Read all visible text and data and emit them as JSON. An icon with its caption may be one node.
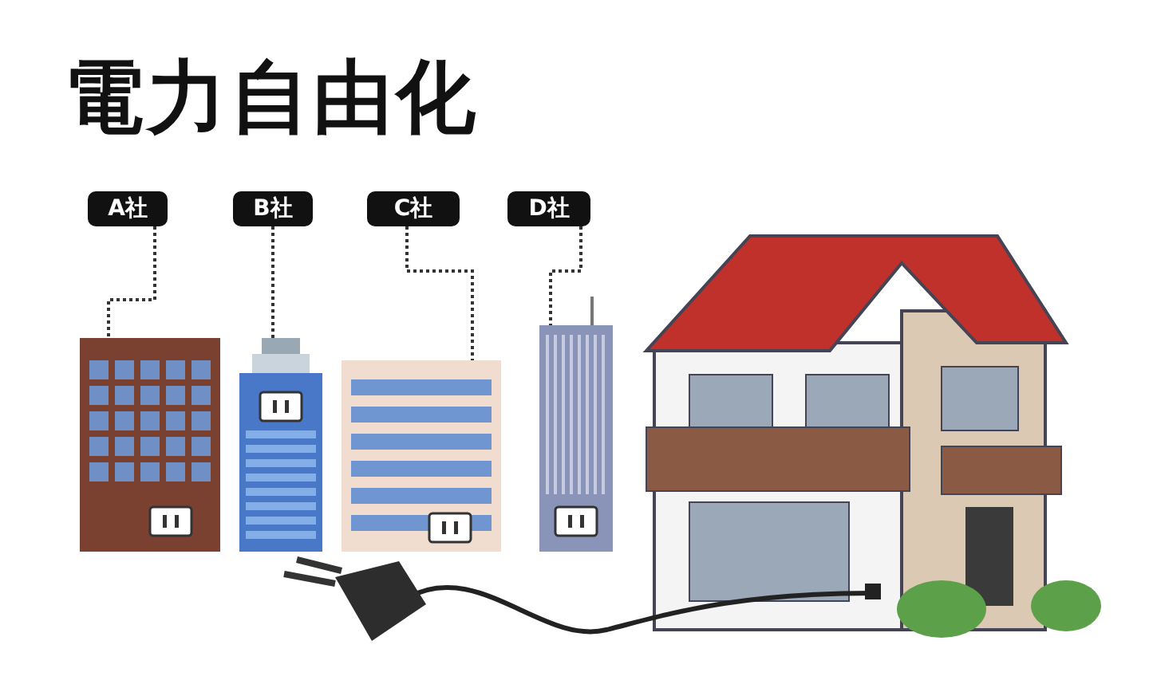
{
  "diagram": {
    "title": "電力自由化",
    "nodes": [
      {
        "text": [
          "A社"
        ]
      },
      {
        "text": [
          "B社"
        ]
      },
      {
        "text": [
          "C社"
        ]
      },
      {
        "text": [
          "D社"
        ]
      },
      {
        "text": [],
        "shape": "picture"
      },
      {
        "text": [],
        "shape": "picture"
      },
      {
        "text": [],
        "shape": "picture"
      },
      {
        "text": [],
        "shape": "picture"
      }
    ],
    "edges": [
      {
        "from": 0,
        "to": 4,
        "arrow": "none",
        "style": "dashed"
      },
      {
        "from": 1,
        "to": 5,
        "arrow": "none",
        "style": "dashed"
      },
      {
        "from": 2,
        "to": 6,
        "arrow": "none",
        "style": "dashed"
      },
      {
        "from": 3,
        "to": 7,
        "arrow": "none",
        "style": "dashed"
      }
    ]
  }
}
